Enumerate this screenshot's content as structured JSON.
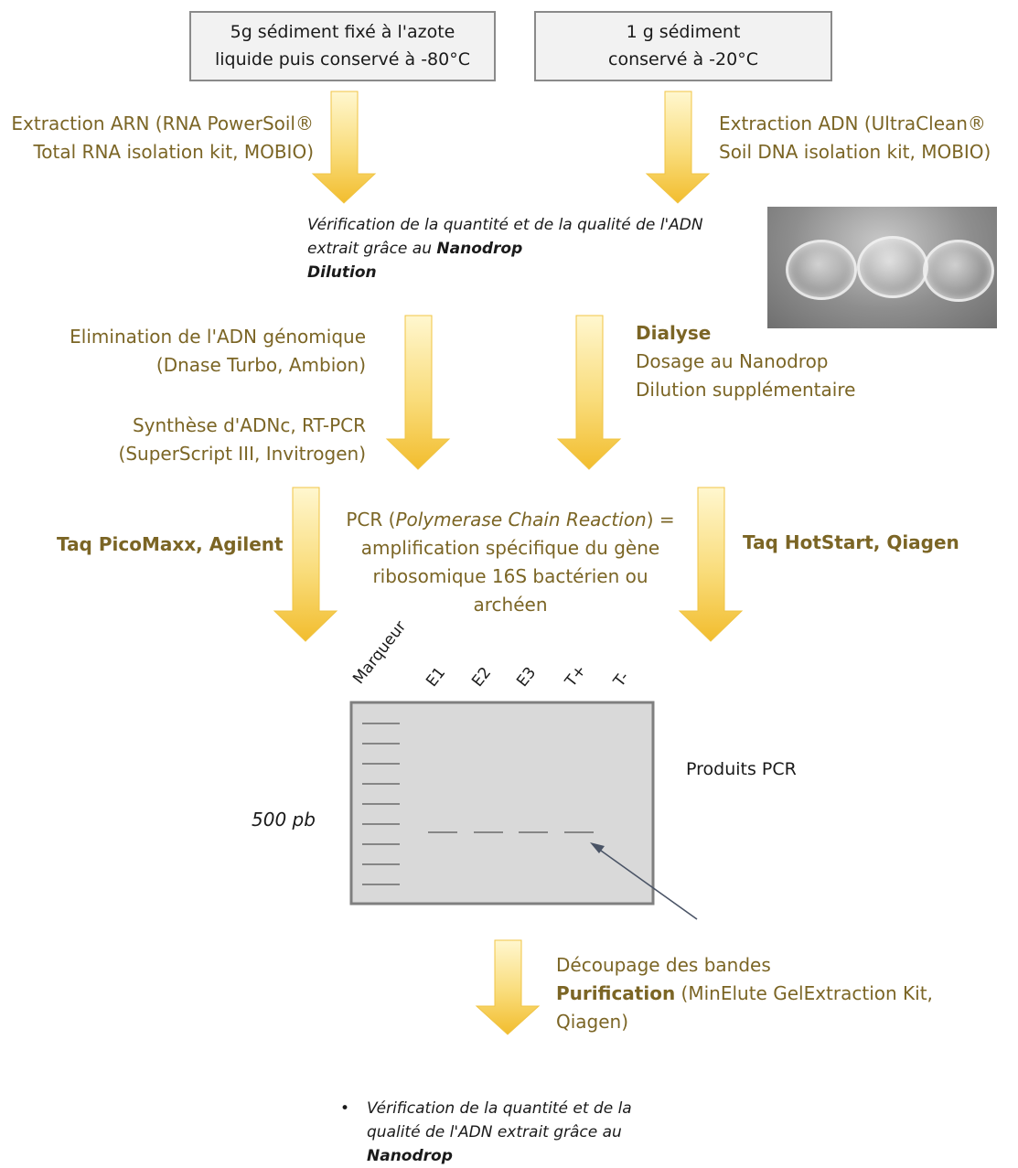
{
  "boxes": {
    "rna_source": "5g sédiment fixé à l'azote liquide puis  conservé à -80°C",
    "dna_source": "1 g sédiment conservé à -20°C"
  },
  "extraction_rna": "Extraction  ARN (RNA PowerSoil® Total RNA isolation kit, MOBIO)",
  "extraction_dna": "Extraction  ADN (UltraClean® Soil DNA isolation kit, MOBIO)",
  "verification1": {
    "text": "Vérification de la quantité et de la qualité de l'ADN extrait grâce au",
    "bold1": "Nanodrop",
    "bold2": "Dilution"
  },
  "elimination": "Elimination de l'ADN génomique (Dnase Turbo, Ambion)",
  "synthese": "Synthèse d'ADNc, RT-PCR (SuperScript III, Invitrogen)",
  "dialyse": {
    "title": "Dialyse",
    "line2": "Dosage au Nanodrop",
    "line3": "Dilution supplémentaire"
  },
  "taq_left": "Taq PicoMaxx,  Agilent",
  "taq_right": "Taq HotStart, Qiagen",
  "pcr": {
    "prefix": "PCR (",
    "italic": "Polymerase Chain Reaction",
    "suffix": ") =",
    "rest": "amplification spécifique du gène ribosomique 16S bactérien ou archéen"
  },
  "gel": {
    "lanes": [
      "Marqueur",
      "E1",
      "E2",
      "E3",
      "T+",
      "T-"
    ],
    "size_label": "500 pb",
    "products_label": "Produits PCR"
  },
  "decoupage": {
    "line1": "Découpage des bandes",
    "bold": "Purification",
    "rest": " (MinElute GelExtraction Kit, Qiagen)"
  },
  "final_bullet": {
    "text": "Vérification de la quantité et de la qualité de l'ADN extrait grâce au",
    "bold": "Nanodrop"
  },
  "colors": {
    "arrow_top": "#fff7cf",
    "arrow_bottom": "#f5c842",
    "olive_text": "#7b6525"
  }
}
